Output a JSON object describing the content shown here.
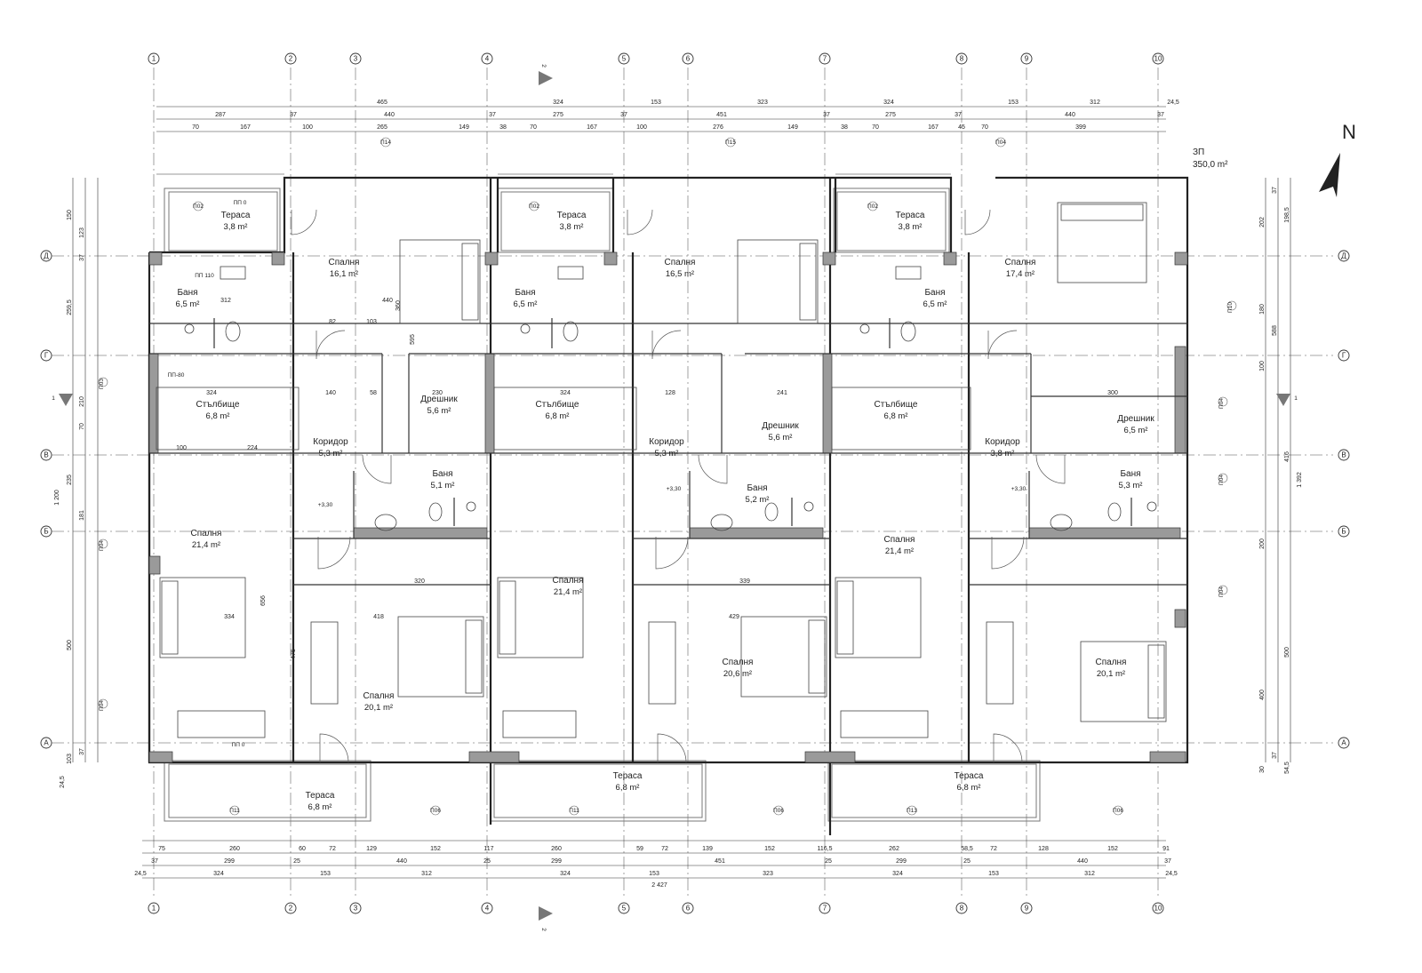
{
  "grid": {
    "vertical": [
      "1",
      "2",
      "3",
      "4",
      "5",
      "6",
      "7",
      "8",
      "9",
      "10"
    ],
    "horizontal": [
      "Д",
      "Г",
      "В",
      "Б",
      "А"
    ]
  },
  "north_label": "N",
  "zp_label": "ЗП",
  "zp_value": "350,0 m²",
  "section_mark": "2",
  "section_mark_side": "1",
  "total_length": "2 427",
  "top_dims": {
    "row1": [
      "465",
      "324",
      "153",
      "323",
      "324",
      "153",
      "312",
      "24,5"
    ],
    "row2": [
      "287",
      "37",
      "440",
      "37",
      "275",
      "37",
      "451",
      "37",
      "275",
      "37",
      "440",
      "37"
    ],
    "row3": [
      "70",
      "167",
      "100",
      "265",
      "149",
      "38",
      "70",
      "167",
      "100",
      "276",
      "149",
      "38",
      "70",
      "167",
      "45",
      "70",
      "399"
    ]
  },
  "bottom_dims": {
    "row1": [
      "75",
      "260",
      "60",
      "72",
      "129",
      "152",
      "117",
      "260",
      "59",
      "72",
      "139",
      "152",
      "116,5",
      "262",
      "58,5",
      "72",
      "128",
      "152",
      "91"
    ],
    "row2": [
      "37",
      "299",
      "25",
      "440",
      "25",
      "299",
      "451",
      "25",
      "299",
      "25",
      "440",
      "37"
    ],
    "row3": [
      "24,5",
      "324",
      "153",
      "312",
      "324",
      "153",
      "323",
      "324",
      "153",
      "312",
      "24,5"
    ]
  },
  "left_dims": [
    "150",
    "123",
    "37",
    "259,5",
    "210",
    "70",
    "235",
    "181",
    "1 200",
    "500",
    "37",
    "103",
    "24,5"
  ],
  "right_dims": [
    "202",
    "37",
    "198,5",
    "180",
    "588",
    "100",
    "416",
    "1 392",
    "200",
    "500",
    "400",
    "37",
    "30",
    "54,5"
  ],
  "rooms": [
    {
      "name": "Тераса",
      "area": "3,8 m²"
    },
    {
      "name": "Спалня",
      "area": "16,1 m²"
    },
    {
      "name": "Баня",
      "area": "6,5 m²"
    },
    {
      "name": "Стълбище",
      "area": "6,8 m²"
    },
    {
      "name": "Дрешник",
      "area": "5,6 m²"
    },
    {
      "name": "Коридор",
      "area": "5,3 m²"
    },
    {
      "name": "Баня",
      "area": "5,1 m²"
    },
    {
      "name": "Спалня",
      "area": "21,4 m²"
    },
    {
      "name": "Спалня",
      "area": "20,1 m²"
    },
    {
      "name": "Тераса",
      "area": "6,8 m²"
    },
    {
      "name": "Тераса",
      "area": "3,8 m²"
    },
    {
      "name": "Спалня",
      "area": "16,5 m²"
    },
    {
      "name": "Баня",
      "area": "6,5 m²"
    },
    {
      "name": "Стълбище",
      "area": "6,8 m²"
    },
    {
      "name": "Дрешник",
      "area": "5,6 m²"
    },
    {
      "name": "Коридор",
      "area": "5,3 m²"
    },
    {
      "name": "Баня",
      "area": "5,2 m²"
    },
    {
      "name": "Спалня",
      "area": "21,4 m²"
    },
    {
      "name": "Спалня",
      "area": "20,6 m²"
    },
    {
      "name": "Тераса",
      "area": "6,8 m²"
    },
    {
      "name": "Тераса",
      "area": "3,8 m²"
    },
    {
      "name": "Спалня",
      "area": "17,4 m²"
    },
    {
      "name": "Баня",
      "area": "6,5 m²"
    },
    {
      "name": "Стълбище",
      "area": "6,8 m²"
    },
    {
      "name": "Дрешник",
      "area": "6,5 m²"
    },
    {
      "name": "Коридор",
      "area": "3,8 m²"
    },
    {
      "name": "Баня",
      "area": "5,3 m²"
    },
    {
      "name": "Спалня",
      "area": "21,4 m²"
    },
    {
      "name": "Спалня",
      "area": "20,1 m²"
    },
    {
      "name": "Тераса",
      "area": "6,8 m²"
    }
  ],
  "window_tags": [
    "П14",
    "П15",
    "П04",
    "П02",
    "П02",
    "П02",
    "П10",
    "П03",
    "П04",
    "П04",
    "П04",
    "П04",
    "П04",
    "П11",
    "П06",
    "П11",
    "П06",
    "П13",
    "П06"
  ],
  "small_labels": [
    "ПП 0",
    "ПП 110",
    "ПП 0",
    "+3,30",
    "+3,30",
    "+3,30",
    "ПП-80"
  ],
  "interior_dims": [
    "312",
    "440",
    "324",
    "140",
    "58",
    "230",
    "324",
    "128",
    "241",
    "300",
    "320",
    "334",
    "418",
    "339",
    "429",
    "82",
    "103",
    "100",
    "224",
    "475",
    "656",
    "360",
    "595"
  ]
}
